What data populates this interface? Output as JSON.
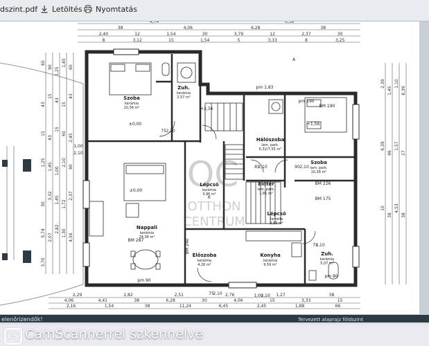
{
  "toolbar": {
    "filename": "dszint.pdf",
    "download_label": "Letöltés",
    "print_label": "Nyomtatás"
  },
  "plan": {
    "rooms": [
      {
        "name": "Szoba",
        "floor": "kerámia",
        "area": "10,36 m²"
      },
      {
        "name": "Zuh.",
        "floor": "kerámia",
        "area": "2,57 m²"
      },
      {
        "name": "Hálószoba",
        "floor": "lam. park.",
        "area": "6,32/7,55 m²"
      },
      {
        "name": "Szoba",
        "floor": "lam. park.",
        "area": "10,38 m²"
      },
      {
        "name": "Lépcső",
        "floor": "kerámia",
        "area": "3,96 m²"
      },
      {
        "name": "Előtér",
        "floor": "lam. park.",
        "area": "1,81 m²"
      },
      {
        "name": "Lépcső",
        "floor": "lamella",
        "area": "2,83 m²"
      },
      {
        "name": "Nappali",
        "floor": "kerámia",
        "area": "24,36 m²"
      },
      {
        "name": "Előszoba",
        "floor": "kerámia",
        "area": "4,26 m²"
      },
      {
        "name": "Konyha",
        "floor": "kerámia",
        "area": "9,59 m²"
      },
      {
        "name": "Zuh.",
        "floor": "kerámia",
        "area": "5,07 m²"
      }
    ],
    "levels": [
      "±0,00",
      "±0,00",
      "+2,34",
      "+1,56"
    ],
    "marks": [
      "BM 287",
      "BM 226",
      "BM 175",
      "BM 240",
      "BM 190",
      "pm 190",
      "pm 1,83",
      "pm 90",
      "pm 80",
      "K",
      "A"
    ],
    "top_dims": [
      "4,74",
      "6,58",
      "38",
      "4,06",
      "6,28",
      "38",
      "2,40",
      "12",
      "1,54",
      "30",
      "3,79",
      "12",
      "2,37",
      "30",
      "8",
      "3,12",
      "15",
      "1,54",
      "5",
      "3,33",
      "8",
      "3,25"
    ],
    "bottom_dims": [
      "2,29",
      "2,82",
      "2,51",
      "2,76",
      "1,27",
      "38",
      "4,06",
      "4,41",
      "38",
      "6,28",
      "30",
      "4,06",
      "15",
      "3,33",
      "15",
      "2,16",
      "1,54",
      "38",
      "11,24",
      "6,45",
      "2,45",
      "1,88",
      "66"
    ],
    "left_dims": [
      "60",
      "90",
      "1,25",
      "1,45",
      "60",
      "43",
      "15",
      "43",
      "15",
      "43",
      "15",
      "43",
      "15",
      "60",
      "2,45",
      "1,25",
      "1,45",
      "1,00",
      "2,10",
      "90",
      "30",
      "3,32",
      "1,45",
      "1,72",
      "2,37",
      "5,74",
      "2,07",
      "2,82",
      "1,30",
      "4,56",
      "3,70"
    ],
    "right_dims": [
      "2,39",
      "1,45",
      "1,10",
      "8,39",
      "6,39",
      "96",
      "1,57",
      "27",
      "10",
      "38",
      "4,53",
      "38"
    ],
    "door_dims": [
      "1,00",
      "2,10",
      "75",
      "2,10",
      "85",
      "2,10",
      "90",
      "2,10",
      "75",
      "2,10",
      "75",
      "2,10",
      "1,00",
      "2,10"
    ],
    "watermark_line1": "OTTHON",
    "watermark_line2": "CENTRUM",
    "watermark_mark": "OC"
  },
  "status": {
    "text": "elenőrizendők!",
    "strip": "Tervezett alaprajz földszint"
  },
  "scanner": {
    "logo": "CS",
    "caption": "CamScannerrel szkennelve"
  },
  "colors": {
    "background": "#c9cfd6",
    "wall": "#2a2a2a",
    "paper": "#ffffff"
  }
}
